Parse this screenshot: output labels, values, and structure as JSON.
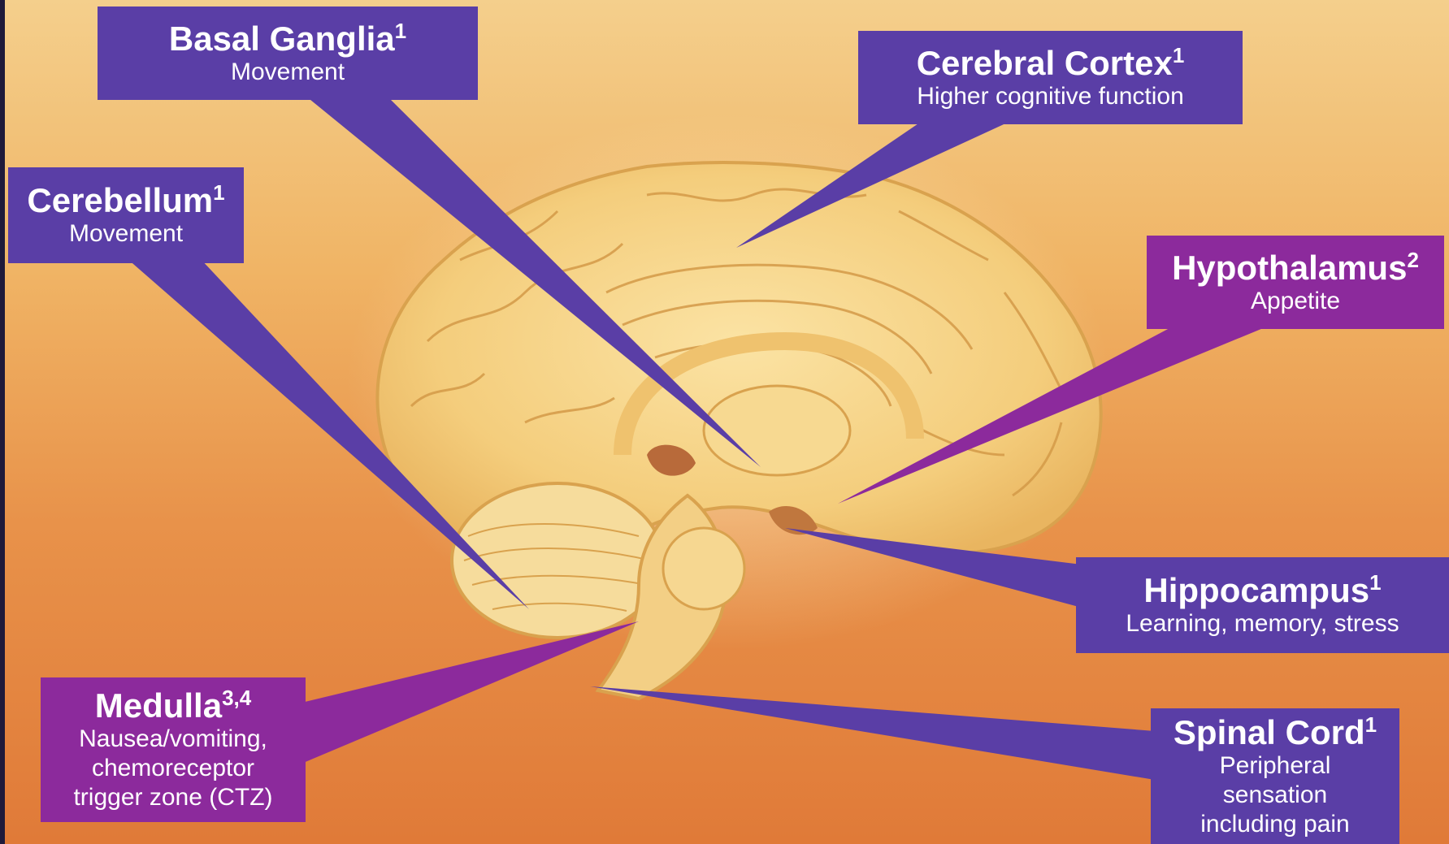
{
  "colors": {
    "blue_label": "#5a3ea6",
    "magenta_label": "#8c2a9c",
    "background_top": "#f4cf8c",
    "background_bottom": "#e07a38",
    "brain": "#f6d68a"
  },
  "labels": {
    "basal_ganglia": {
      "title": "Basal Ganglia",
      "sup": "1",
      "desc": "Movement"
    },
    "cerebral_cortex": {
      "title": "Cerebral Cortex",
      "sup": "1",
      "desc": "Higher cognitive function"
    },
    "cerebellum": {
      "title": "Cerebellum",
      "sup": "1",
      "desc": "Movement"
    },
    "hypothalamus": {
      "title": "Hypothalamus",
      "sup": "2",
      "desc": "Appetite"
    },
    "hippocampus": {
      "title": "Hippocampus",
      "sup": "1",
      "desc": "Learning, memory, stress"
    },
    "medulla": {
      "title": "Medulla",
      "sup": "3,4",
      "desc1": "Nausea/vomiting,",
      "desc2": "chemoreceptor",
      "desc3": "trigger zone (CTZ)"
    },
    "spinal_cord": {
      "title": "Spinal Cord",
      "sup": "1",
      "desc1": "Peripheral",
      "desc2": "sensation",
      "desc3": "including pain"
    }
  }
}
